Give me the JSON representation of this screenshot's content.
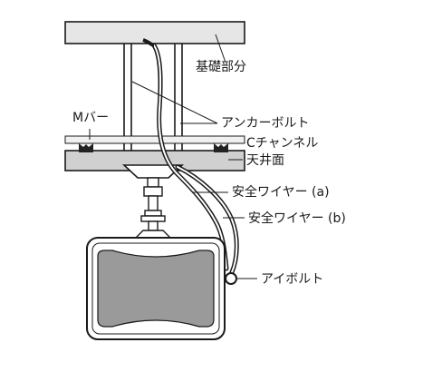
{
  "labels": {
    "foundation": "基礎部分",
    "m_bar": "Mバー",
    "anchor_bolt": "アンカーボルト",
    "c_channel": "Cチャンネル",
    "ceiling_surface": "天井面",
    "safety_wire_a": "安全ワイヤー (a)",
    "safety_wire_b": "安全ワイヤー (b)",
    "eye_bolt": "アイボルト"
  },
  "colors": {
    "line": "#1a1a1a",
    "slab_fill": "#e6e6e6",
    "channel_fill": "#d0d0d0",
    "speaker_body": "#ffffff",
    "speaker_grille": "#9a9a9a",
    "mbar_fill": "#222222"
  }
}
